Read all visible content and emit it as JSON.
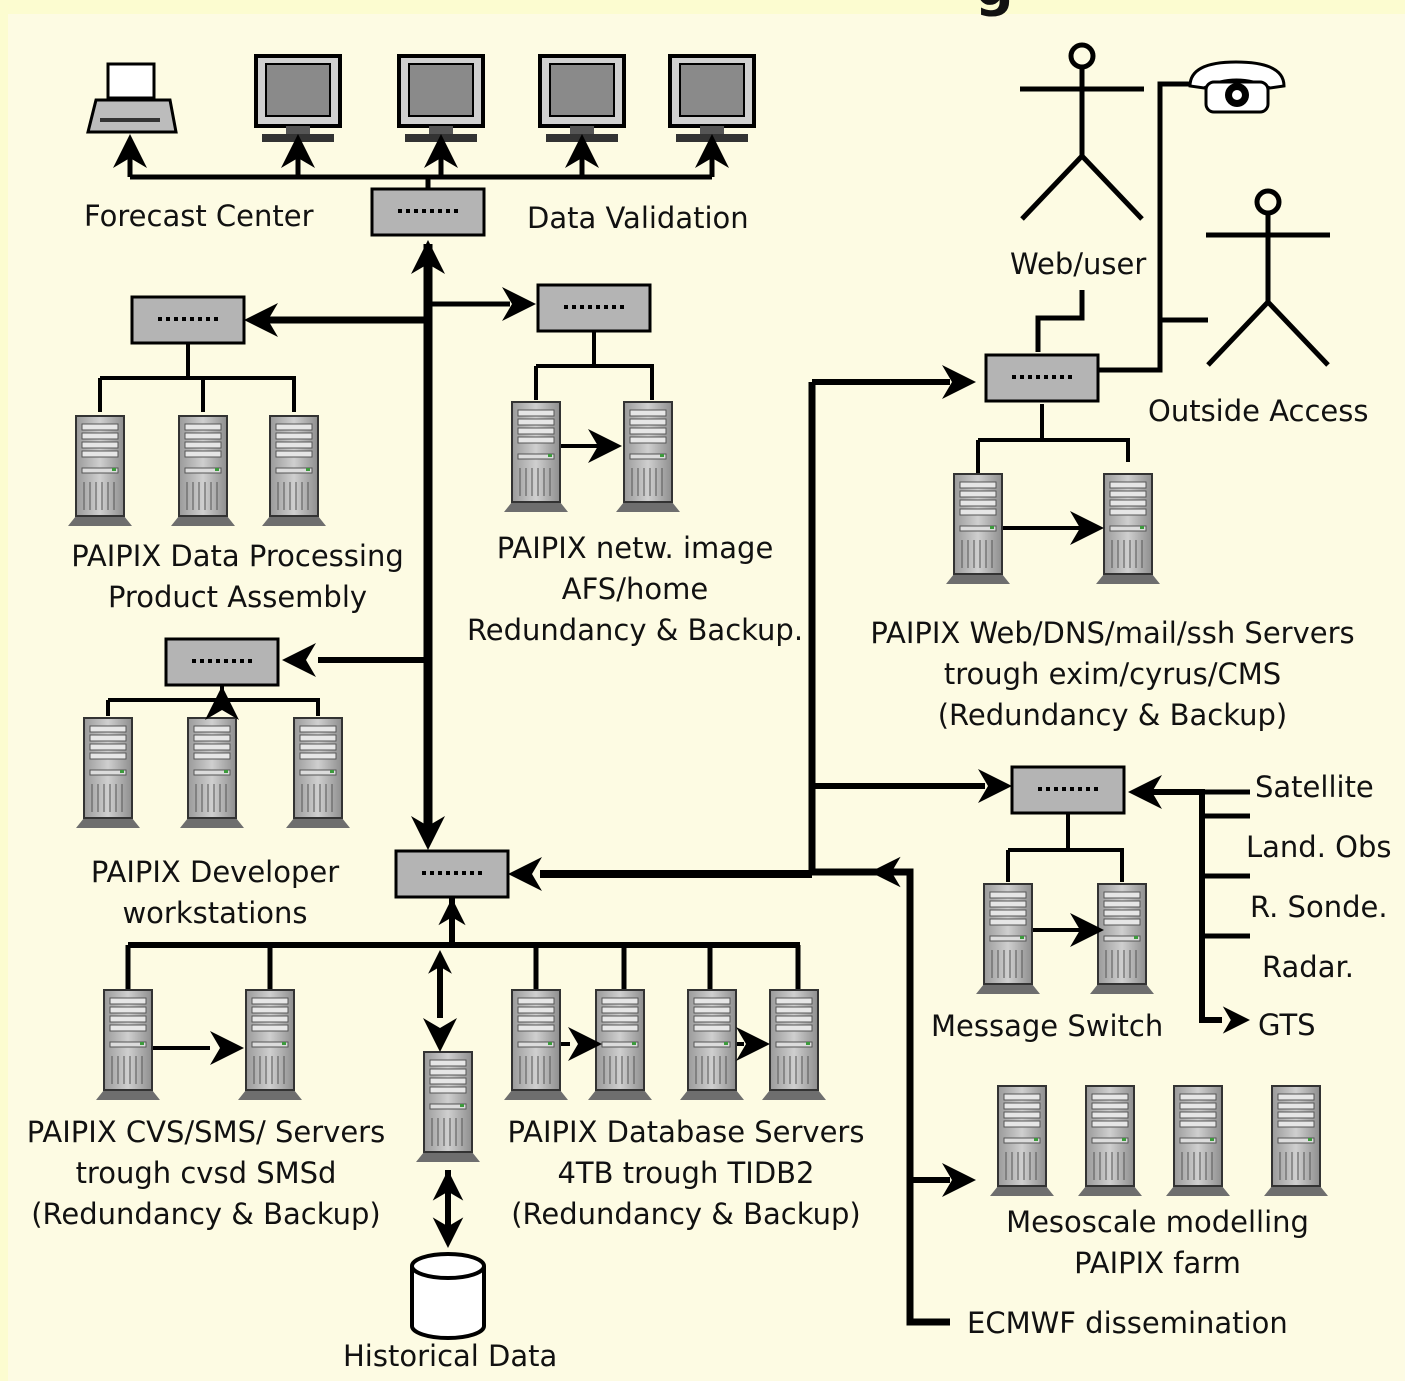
{
  "title_fragment": "g",
  "labels": {
    "forecast_center": "Forecast Center",
    "data_validation": "Data Validation",
    "web_user": "Web/user",
    "outside_access": "Outside Access",
    "data_processing": "PAIPIX Data Processing\nProduct Assembly",
    "netw_image": "PAIPIX netw. image\nAFS/home\nRedundancy & Backup.",
    "web_servers": "PAIPIX Web/DNS/mail/ssh Servers\ntrough exim/cyrus/CMS\n(Redundancy & Backup)",
    "developer": "PAIPIX Developer\nworkstations",
    "cvs_servers": "PAIPIX CVS/SMS/ Servers\ntrough cvsd SMSd\n(Redundancy & Backup)",
    "database_servers": "PAIPIX Database Servers\n4TB trough TIDB2\n(Redundancy & Backup)",
    "historical_data": "Historical Data",
    "message_switch": "Message Switch",
    "mesoscale": "Mesoscale modelling\nPAIPIX farm",
    "ecmwf": "ECMWF dissemination",
    "satellite": "Satellite",
    "land_obs": "Land. Obs",
    "r_sonde": "R. Sonde.",
    "radar": "Radar.",
    "gts": "GTS"
  },
  "colors": {
    "background": "#fdfbe3",
    "device_fill": "#b4b4b4",
    "line": "#000000"
  }
}
